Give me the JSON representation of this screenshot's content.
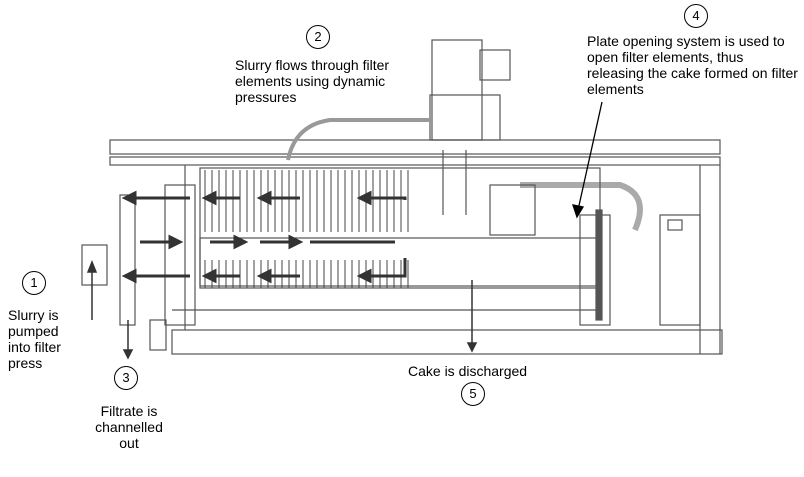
{
  "steps": [
    {
      "number": "1",
      "text": "Slurry is pumped into filter press"
    },
    {
      "number": "2",
      "text": "Slurry flows through filter elements using dynamic pressures"
    },
    {
      "number": "3",
      "text": "Filtrate is channelled out"
    },
    {
      "number": "4",
      "text": "Plate opening system is used to open filter elements, thus releasing the cake formed on filter elements"
    },
    {
      "number": "5",
      "text": "Cake is discharged"
    }
  ]
}
